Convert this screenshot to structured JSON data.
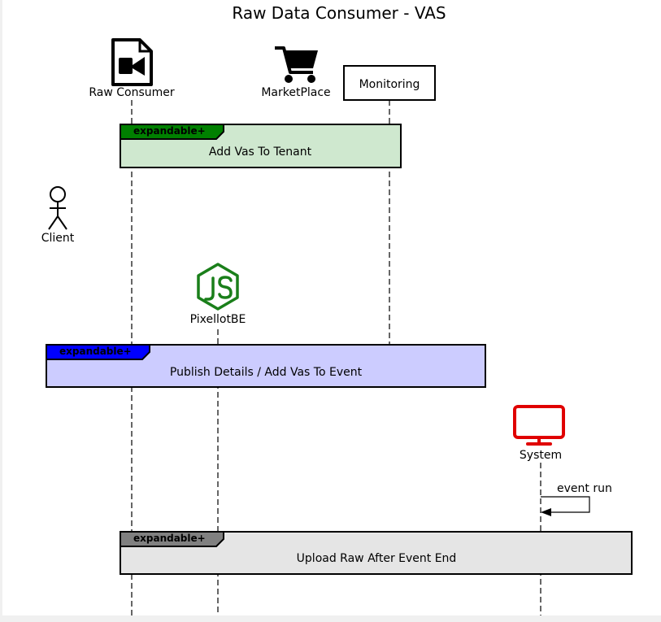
{
  "title": "Raw Data Consumer - VAS",
  "participants": {
    "raw_consumer": {
      "label": "Raw Consumer",
      "icon": "file-video-icon"
    },
    "marketplace": {
      "label": "MarketPlace",
      "icon": "shopping-cart-icon"
    },
    "monitoring": {
      "label": "Monitoring",
      "icon": "box"
    },
    "client": {
      "label": "Client",
      "icon": "stick-figure-actor-icon"
    },
    "pixellotbe": {
      "label": "PixellotBE",
      "icon": "nodejs-icon",
      "color": "#1a7f1a"
    },
    "system": {
      "label": "System",
      "icon": "monitor-icon",
      "color": "#e00000"
    }
  },
  "groups": [
    {
      "tag": "expandable+",
      "label": "Add Vas To Tenant",
      "tag_color": "#008000",
      "body_color": "#cfe8cf"
    },
    {
      "tag": "expandable+",
      "label": "Publish Details / Add Vas To Event",
      "tag_color": "#0000ff",
      "body_color": "#ccccff"
    },
    {
      "tag": "expandable+",
      "label": "Upload Raw After Event End",
      "tag_color": "#808080",
      "body_color": "#e5e5e5"
    }
  ],
  "messages": [
    {
      "label": "event run",
      "from": "System",
      "to": "System"
    }
  ]
}
